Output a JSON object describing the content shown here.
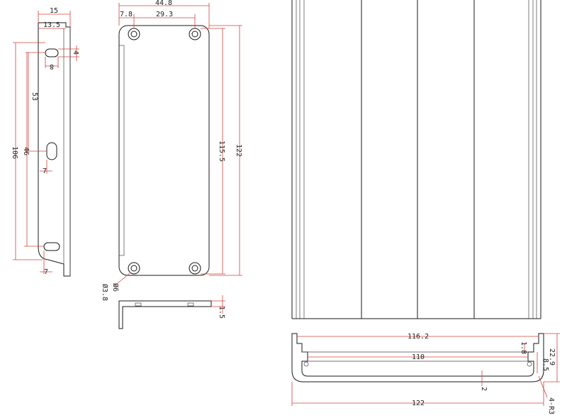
{
  "colors": {
    "outline": "#1a1a1a",
    "dimension_line": "#d0443c",
    "text": "#222222",
    "background": "#ffffff"
  },
  "side_view": {
    "dim_top_width": "15",
    "dim_top_inner": "13.5",
    "dim_slot_offset": "4",
    "dim_slot_width": "8",
    "dim_hole_spacing_upper": "53",
    "dim_total_height": "106",
    "dim_hole_spacing_lower": "46",
    "dim_slot_length_mid": "7",
    "dim_slot_length_bottom": "7"
  },
  "front_panel": {
    "dim_width": "44.8",
    "dim_edge_offset": "7.8",
    "dim_hole_spacing": "29.3",
    "dim_hole_vertical": "115.5",
    "dim_height": "122",
    "dim_hole_outer": "Ø6",
    "dim_hole_inner": "Ø3.8",
    "dim_thickness": "1.5"
  },
  "cross_section": {
    "dim_top_width": "116.2",
    "dim_inner_width": "110",
    "dim_bottom_width": "122",
    "dim_height": "22.9",
    "dim_rail_height": "1.8",
    "dim_slot_height": "8.5",
    "dim_wall": "2",
    "dim_corner_radius": "4-R3"
  }
}
